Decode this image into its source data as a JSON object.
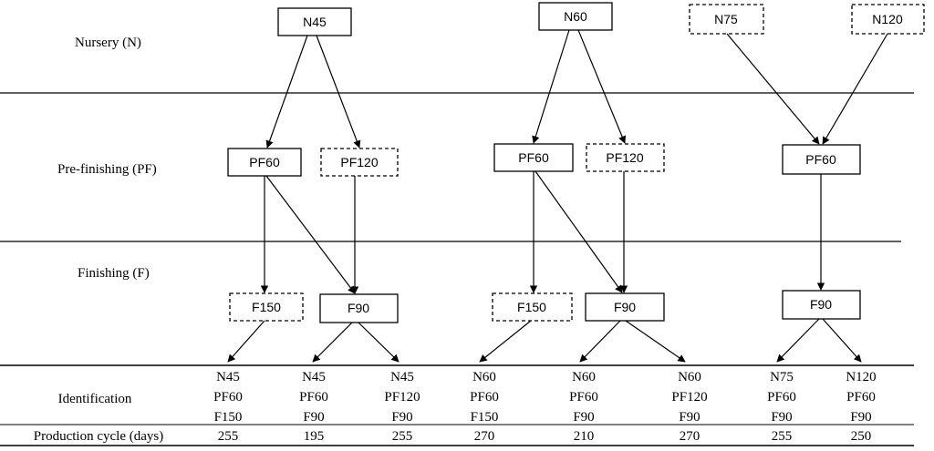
{
  "stages": {
    "nursery": "Nursery (N)",
    "prefinishing": "Pre-finishing (PF)",
    "finishing": "Finishing (F)"
  },
  "boxes": {
    "n45": "N45",
    "n60": "N60",
    "n75": "N75",
    "n120": "N120",
    "pf60_a": "PF60",
    "pf120_a": "PF120",
    "pf60_b": "PF60",
    "pf120_b": "PF120",
    "pf60_c": "PF60",
    "f150_a": "F150",
    "f90_a": "F90",
    "f150_b": "F150",
    "f90_b": "F90",
    "f90_c": "F90"
  },
  "table": {
    "identification_label": "Identification",
    "cycle_label": "Production cycle (days)",
    "columns": [
      {
        "id": [
          "N45",
          "PF60",
          "F150"
        ],
        "days": "255"
      },
      {
        "id": [
          "N45",
          "PF60",
          "F90"
        ],
        "days": "195"
      },
      {
        "id": [
          "N45",
          "PF120",
          "F90"
        ],
        "days": "255"
      },
      {
        "id": [
          "N60",
          "PF60",
          "F150"
        ],
        "days": "270"
      },
      {
        "id": [
          "N60",
          "PF60",
          "F90"
        ],
        "days": "210"
      },
      {
        "id": [
          "N60",
          "PF120",
          "F90"
        ],
        "days": "270"
      },
      {
        "id": [
          "N75",
          "PF60",
          "F90"
        ],
        "days": "255"
      },
      {
        "id": [
          "N120",
          "PF60",
          "F90"
        ],
        "days": "250"
      }
    ]
  }
}
